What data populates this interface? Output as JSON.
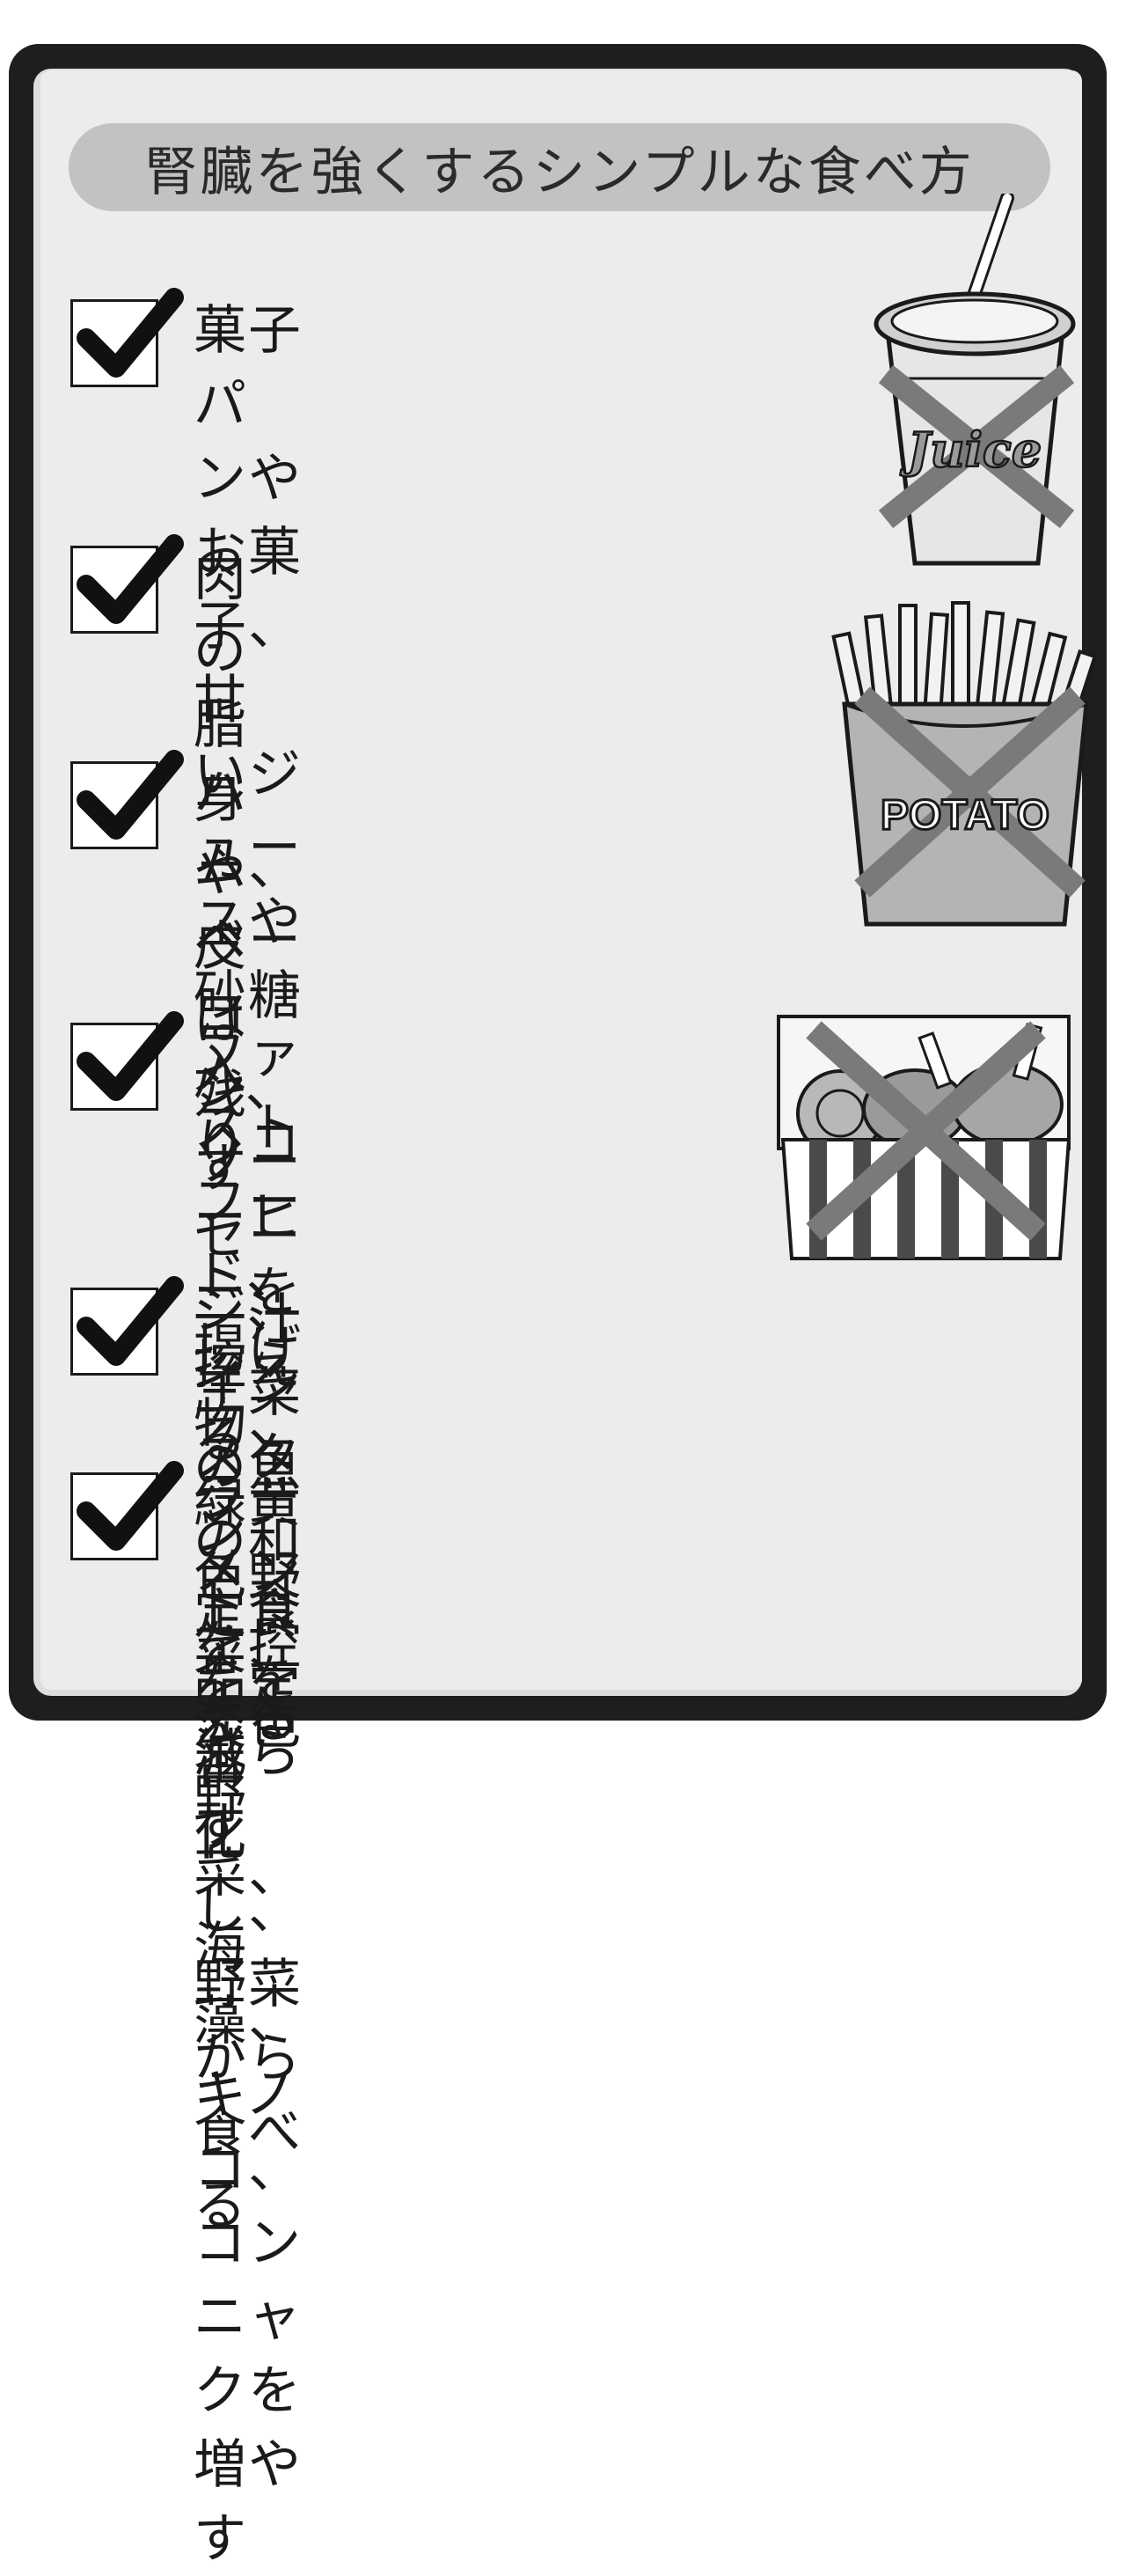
{
  "title": "腎臓を強くするシンプルな食べ方",
  "items": [
    {
      "text": "菓子パンやお菓子、甘\nいジュースや砂糖入\nりコーヒーを控える"
    },
    {
      "text": "肉の脂身や皮は残す"
    },
    {
      "text": "ハム、ベーコン、ソー\nセージ、インスタン\nト食品を減らす"
    },
    {
      "text": "ファストフード、\n揚げ物、ラーメン\nを控える"
    },
    {
      "text": "一汁三菜の魚の和定食を定番\n化し、野菜から食べる"
    },
    {
      "text": "緑黄色野菜、淡色野菜、海藻、\nキノコ、コンニャクを増やす"
    }
  ],
  "illustrations": {
    "juice_label": "Juice",
    "potato_label": "POTATO"
  },
  "colors": {
    "frame": "#1e1e1e",
    "panel": "#ececec",
    "title_pill": "#c2c2c2",
    "cross": "#7a7a7a",
    "text": "#1a1a1a"
  }
}
